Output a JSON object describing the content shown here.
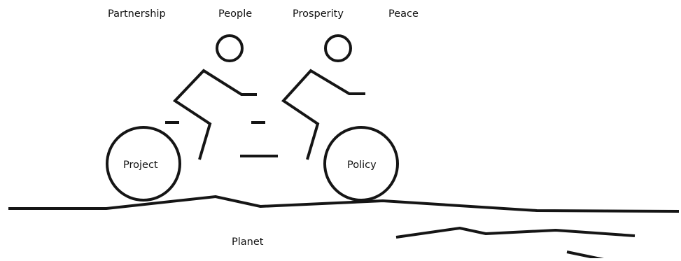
{
  "labels": {
    "partnership": "Partnership",
    "people": "People",
    "prosperity": "Prosperity",
    "peace": "Peace",
    "project": "Project",
    "policy": "Policy",
    "planet": "Planet"
  },
  "colors": {
    "line": "#151515",
    "background": "#ffffff"
  }
}
